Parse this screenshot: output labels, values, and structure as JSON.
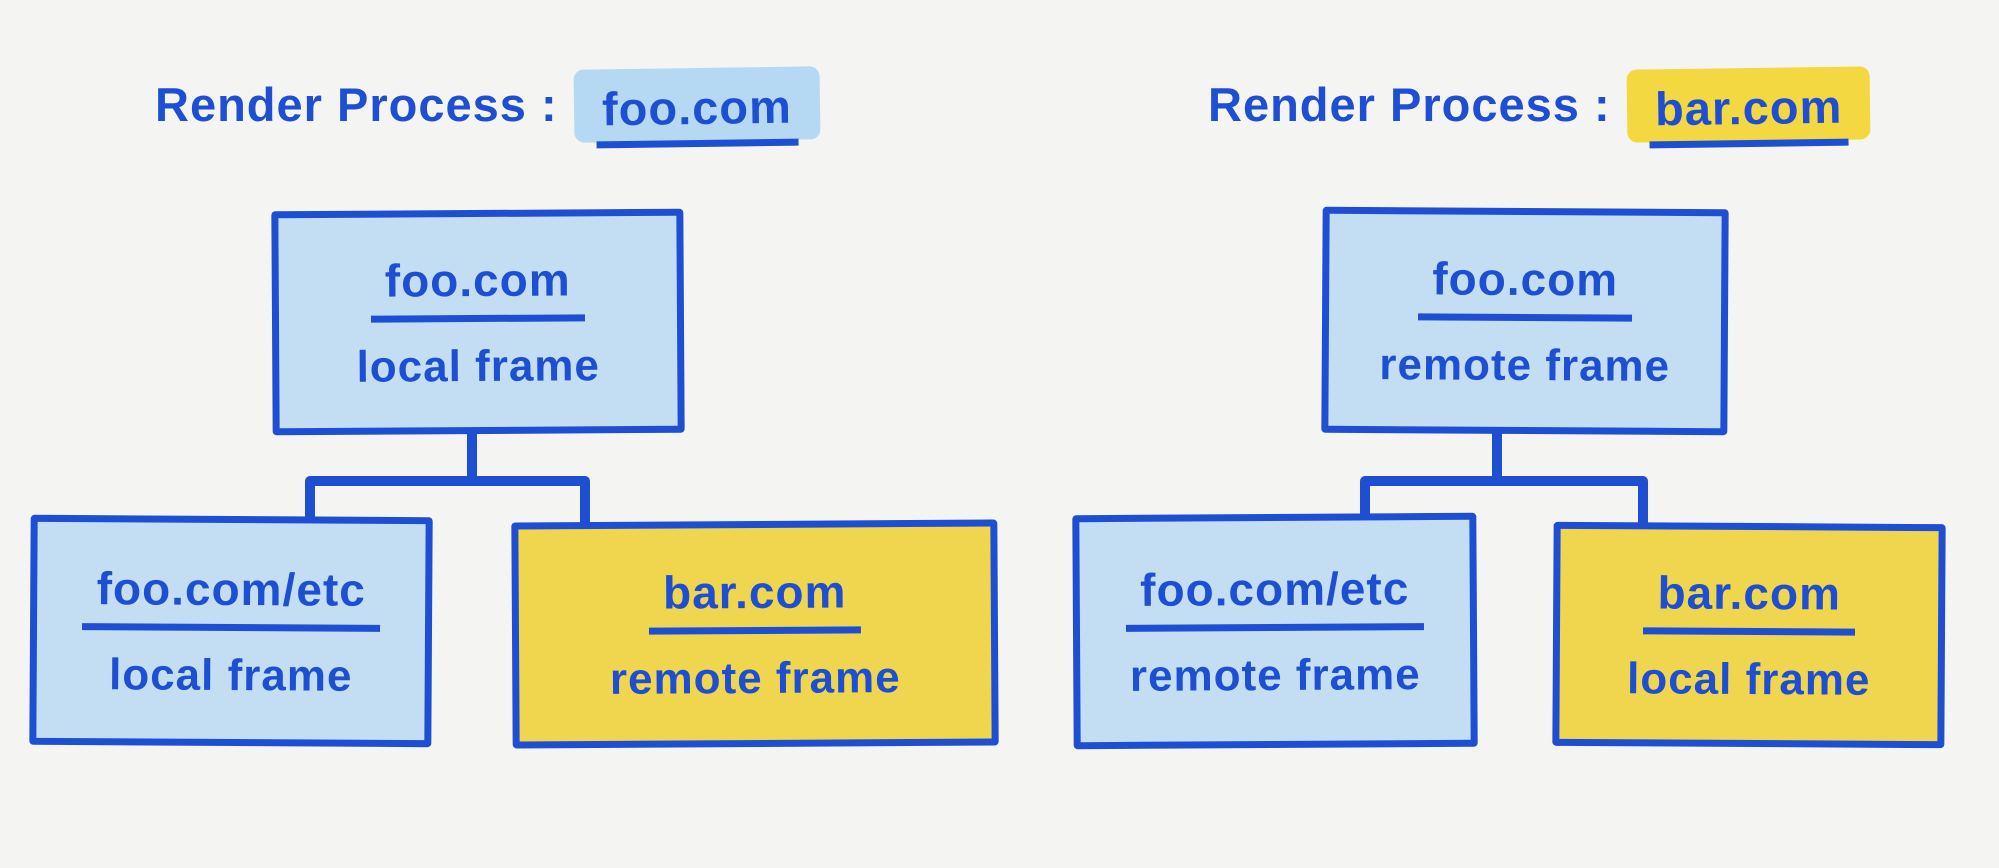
{
  "colors": {
    "ink_blue": "#1e4fd2",
    "blue_fill": "#c3def3",
    "yellow_fill": "#f0d64e",
    "blue_highlight": "#b5d9f3",
    "yellow_highlight": "#f4d841",
    "background": "#f4f4f2"
  },
  "trees": [
    {
      "title_prefix": "Render Process :",
      "title_domain": "foo.com",
      "title_highlight": "blue",
      "root": {
        "domain": "foo.com",
        "frame_type": "local frame",
        "fill": "blue"
      },
      "children": [
        {
          "domain": "foo.com/etc",
          "frame_type": "local frame",
          "fill": "blue"
        },
        {
          "domain": "bar.com",
          "frame_type": "remote frame",
          "fill": "yellow"
        }
      ]
    },
    {
      "title_prefix": "Render Process :",
      "title_domain": "bar.com",
      "title_highlight": "yellow",
      "root": {
        "domain": "foo.com",
        "frame_type": "remote frame",
        "fill": "blue"
      },
      "children": [
        {
          "domain": "foo.com/etc",
          "frame_type": "remote frame",
          "fill": "blue"
        },
        {
          "domain": "bar.com",
          "frame_type": "local frame",
          "fill": "yellow"
        }
      ]
    }
  ]
}
